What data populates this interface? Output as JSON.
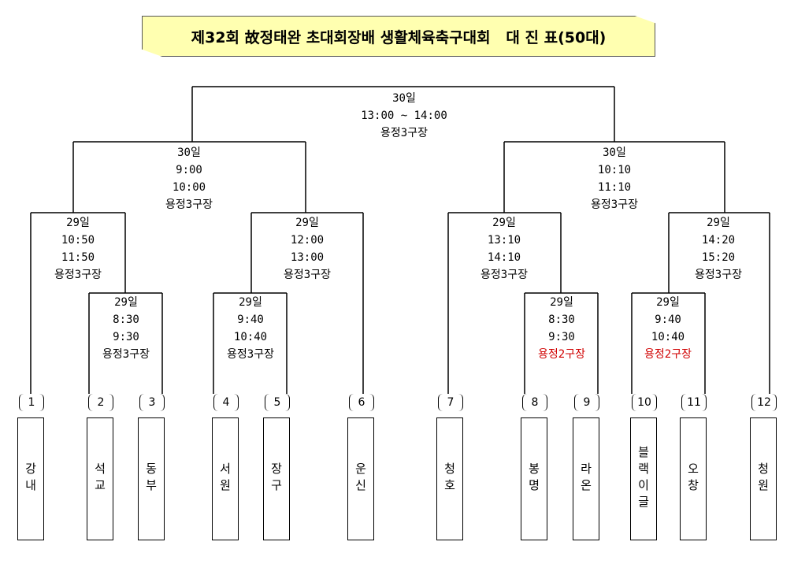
{
  "title": "제32회 故정태완 초대회장배 생활체육축구대회   대 진 표(50대)",
  "matches": [
    {
      "id": "final",
      "lines": [
        "30일",
        "13:00 ~ 14:00",
        "용정3구장"
      ],
      "red": false
    },
    {
      "id": "semi-l",
      "lines": [
        "30일",
        "9:00",
        "10:00",
        "용정3구장"
      ],
      "red": false
    },
    {
      "id": "semi-r",
      "lines": [
        "30일",
        "10:10",
        "11:10",
        "용정3구장"
      ],
      "red": false
    },
    {
      "id": "qf-1",
      "lines": [
        "29일",
        "10:50",
        "11:50",
        "용정3구장"
      ],
      "red": false
    },
    {
      "id": "qf-2",
      "lines": [
        "29일",
        "12:00",
        "13:00",
        "용정3구장"
      ],
      "red": false
    },
    {
      "id": "qf-3",
      "lines": [
        "29일",
        "13:10",
        "14:10",
        "용정3구장"
      ],
      "red": false
    },
    {
      "id": "qf-4",
      "lines": [
        "29일",
        "14:20",
        "15:20",
        "용정3구장"
      ],
      "red": false
    },
    {
      "id": "r1-a",
      "lines": [
        "29일",
        "8:30",
        "9:30",
        "용정3구장"
      ],
      "red": false
    },
    {
      "id": "r1-b",
      "lines": [
        "29일",
        "9:40",
        "10:40",
        "용정3구장"
      ],
      "red": false
    },
    {
      "id": "r1-c",
      "lines": [
        "29일",
        "8:30",
        "9:30",
        "용정2구장"
      ],
      "red": true
    },
    {
      "id": "r1-d",
      "lines": [
        "29일",
        "9:40",
        "10:40",
        "용정2구장"
      ],
      "red": true
    }
  ],
  "teams": [
    {
      "seed": "1",
      "name": "강내"
    },
    {
      "seed": "2",
      "name": "석교"
    },
    {
      "seed": "3",
      "name": "동부"
    },
    {
      "seed": "4",
      "name": "서원"
    },
    {
      "seed": "5",
      "name": "장구"
    },
    {
      "seed": "6",
      "name": "운신"
    },
    {
      "seed": "7",
      "name": "청호"
    },
    {
      "seed": "8",
      "name": "봉명"
    },
    {
      "seed": "9",
      "name": "라온"
    },
    {
      "seed": "10",
      "name": "블랙이글"
    },
    {
      "seed": "11",
      "name": "오창"
    },
    {
      "seed": "12",
      "name": "청원"
    }
  ]
}
